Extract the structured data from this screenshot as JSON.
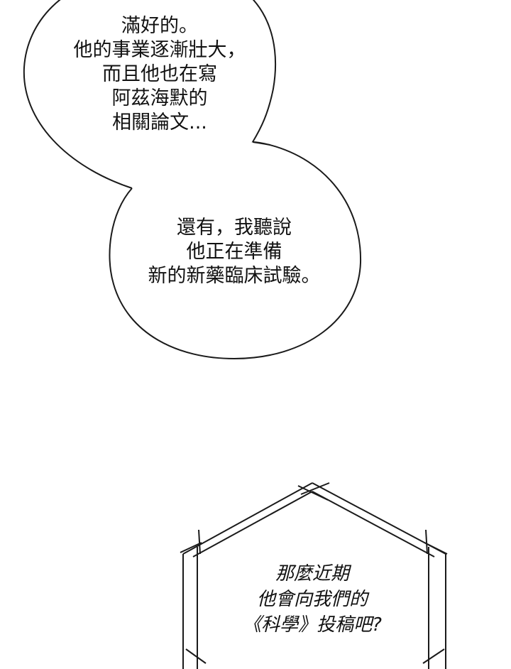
{
  "panel": {
    "speech_bubble_top": {
      "lines": [
        "滿好的。",
        "他的事業逐漸壯大，",
        "而且他也在寫",
        "阿茲海默的",
        "相關論文..."
      ]
    },
    "speech_bubble_middle": {
      "lines": [
        "還有，我聽說",
        "他正在準備",
        "新的新藥臨床試驗。"
      ]
    },
    "thought_box_hexagon": {
      "lines": [
        "那麼近期",
        "他會向我們的",
        "《科學》投稿吧?"
      ]
    }
  },
  "colors": {
    "background": "#ffffff",
    "outline": "#1a1a1a",
    "text": "#111111"
  }
}
